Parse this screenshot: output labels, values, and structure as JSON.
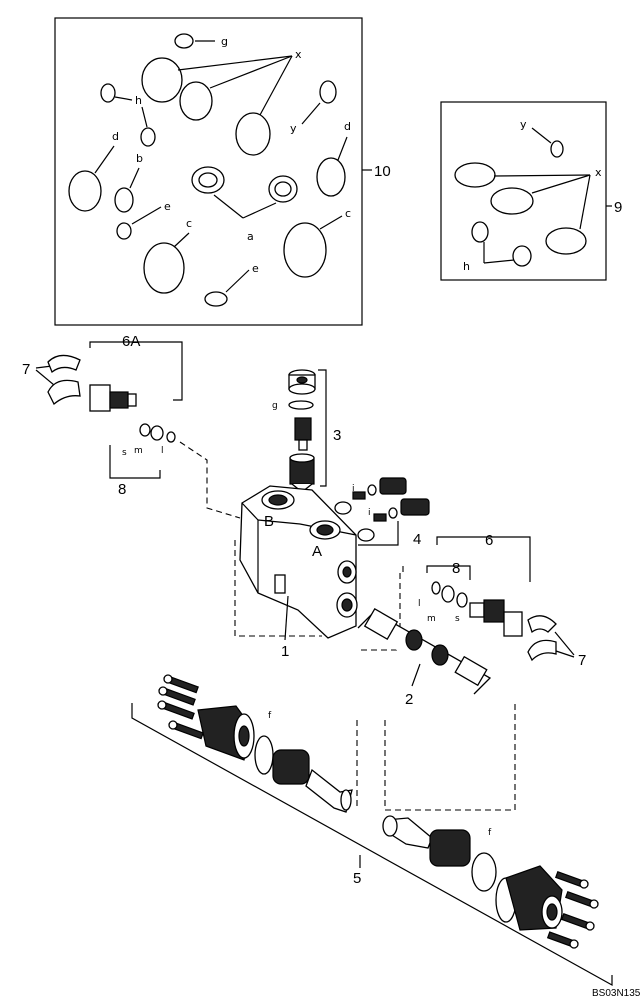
{
  "callouts": {
    "kit_upper": "10",
    "kit_right": "9",
    "relief_left": "6A",
    "relief_right": "6",
    "clips_left": "7",
    "clips_right": "7",
    "seals_left": "8",
    "seals_right": "8",
    "check_valve": "3",
    "plugs": "4",
    "body": "1",
    "spool": "2",
    "caps": "5"
  },
  "letters": {
    "g": "g",
    "x": "x",
    "h": "h",
    "y": "y",
    "d": "d",
    "b": "b",
    "e": "e",
    "c": "c",
    "a": "a",
    "i": "i",
    "l": "l",
    "m": "m",
    "s": "s",
    "f": "f",
    "port_a": "A",
    "port_b": "B"
  },
  "figure_code": "BS03N135"
}
